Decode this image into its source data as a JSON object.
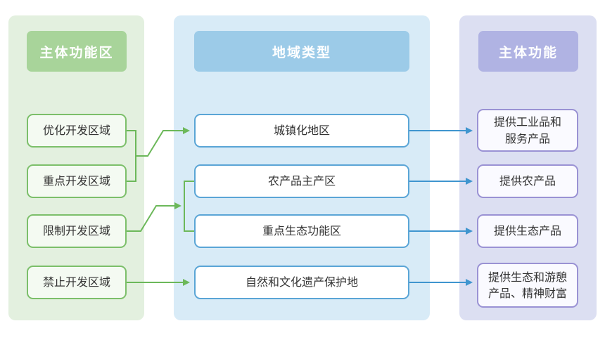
{
  "headers": {
    "col1": "主体功能区",
    "col2": "地域类型",
    "col3": "主体功能"
  },
  "col1_items": [
    "优化开发区域",
    "重点开发区域",
    "限制开发区域",
    "禁止开发区域"
  ],
  "col2_items": [
    "城镇化地区",
    "农产品主产区",
    "重点生态功能区",
    "自然和文化遗产保护地"
  ],
  "col3_items": [
    [
      "提供工业品和",
      "服务产品"
    ],
    [
      "提供农产品"
    ],
    [
      "提供生态产品"
    ],
    [
      "提供生态和游憩",
      "产品、精神财富"
    ]
  ],
  "colors": {
    "green_line": "#6cb85a",
    "blue_line": "#3f95cf"
  }
}
